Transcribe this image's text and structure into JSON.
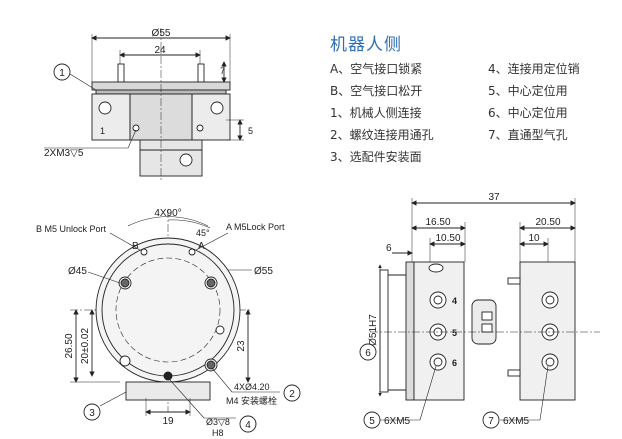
{
  "legend": {
    "title": "机器人侧",
    "left_items": [
      "A、空气接口锁紧",
      "B、空气接口松开",
      "1、机械人侧连接",
      "2、螺纹连接用通孔",
      "3、选配件安装面"
    ],
    "right_items": [
      "4、连接用定位销",
      "5、中心定位用",
      "6、中心定位用",
      "7、直通型气孔"
    ]
  },
  "top_view": {
    "dim_width": "Ø55",
    "dim_inner": "24",
    "dim_7": "7",
    "dim_5": "5",
    "callout_1": "1",
    "thread_note": "2XM3▽5",
    "inner_1": "1"
  },
  "front_view": {
    "angle_4x90": "4X90°",
    "angle_45": "45°",
    "port_b": "B M5 Unlock Port",
    "port_a": "A M5Lock Port",
    "label_b": "B",
    "label_a": "A",
    "dia_45": "Ø45",
    "dia_55": "Ø55",
    "dim_26_50": "26.50",
    "dim_20": "20±0.02",
    "dim_23": "23",
    "dim_19": "19",
    "holes_note": "4XØ4.20",
    "holes_note2": "M4 安装螺栓",
    "pin_note": "Ø3▽8",
    "pin_note2": "H8",
    "callout_2": "2",
    "callout_3": "3",
    "callout_4": "4"
  },
  "side_view": {
    "dim_37": "37",
    "dim_16_50": "16.50",
    "dim_10_50": "10.50",
    "dim_20_50": "20.50",
    "dim_10": "10",
    "dim_6": "6",
    "dim_51h7": "Ø51H7",
    "callout_6": "6",
    "callout_5": "5",
    "callout_7": "7",
    "note_5": "6XM5",
    "note_7": "6XM5",
    "port_4": "4",
    "port_5": "5",
    "port_6": "6"
  }
}
